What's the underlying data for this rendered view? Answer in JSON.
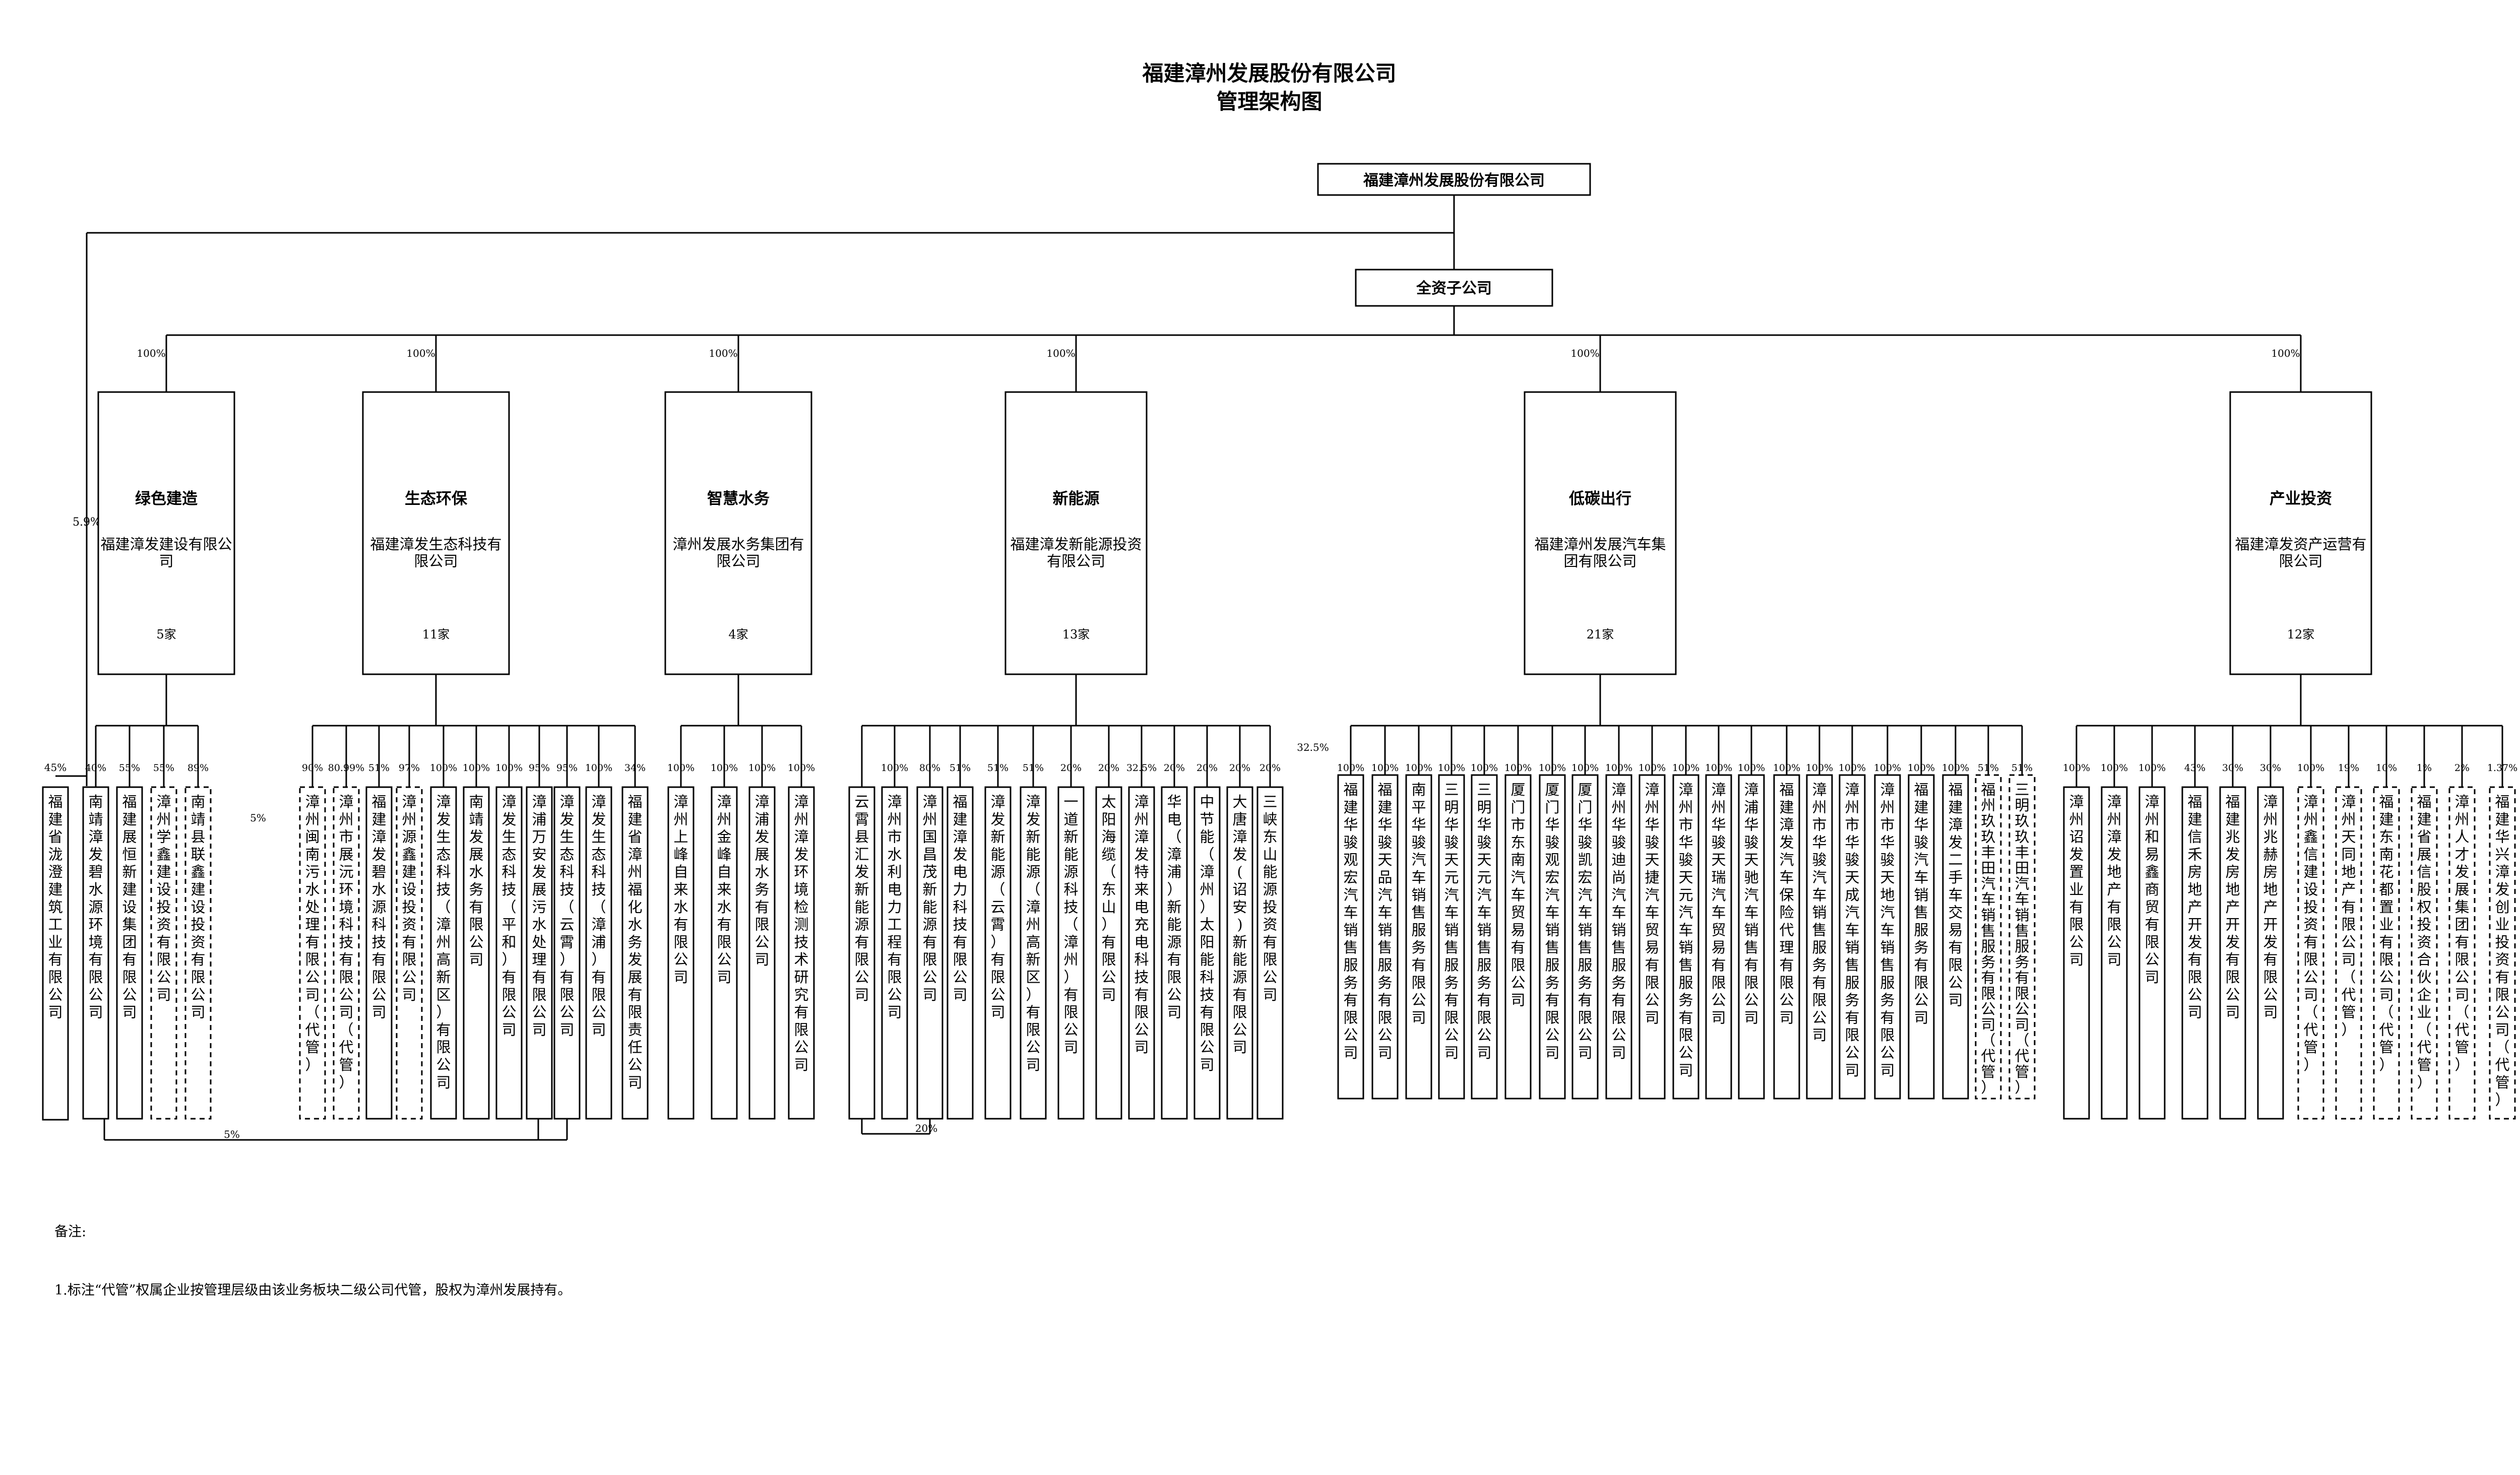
{
  "title_line1": "福建漳州发展股份有限公司",
  "title_line2": "管理架构图",
  "root": "福建漳州发展股份有限公司",
  "sub_root": "全资子公司",
  "left_pct": "5.9%",
  "notes_label": "备注:",
  "note_text": "1.标注“代管”权属企业按管理层级由该业务板块二级公司代管，股权为漳州发展持有。",
  "bottom_labels": {
    "a": "5%",
    "b": "20%"
  },
  "direct": {
    "pct": "45%",
    "name": "福建省泷澄建筑工业有限公司"
  },
  "segments": [
    {
      "pct": "100%",
      "title": "绿色建造",
      "company": "福建漳发建设有限公司",
      "count": "5家",
      "children": [
        {
          "pct": "40%",
          "name": "南靖漳发碧水源环境有限公司",
          "dashed": false
        },
        {
          "pct": "55%",
          "name": "福建展恒新建设集团有限公司",
          "dashed": false
        },
        {
          "pct": "55%",
          "name": "漳州学鑫建设投资有限公司",
          "dashed": true
        },
        {
          "pct": "89%",
          "name": "南靖县联鑫建设投资有限公司",
          "dashed": true
        }
      ]
    },
    {
      "pct": "100%",
      "title": "生态环保",
      "company": "福建漳发生态科技有限公司",
      "count": "11家",
      "side_pct": "5%",
      "children": [
        {
          "pct": "90%",
          "name": "漳州闽南污水处理有限公司（代管）",
          "dashed": true
        },
        {
          "pct": "80.99%",
          "name": "漳州市展沅环境科技有限公司（代管）",
          "dashed": true
        },
        {
          "pct": "51%",
          "name": "福建漳发碧水源科技有限公司",
          "dashed": false
        },
        {
          "pct": "97%",
          "name": "漳州源鑫建设投资有限公司",
          "dashed": true
        },
        {
          "pct": "100%",
          "name": "漳发生态科技（漳州高新区）有限公司",
          "dashed": false
        },
        {
          "pct": "100%",
          "name": "南靖发展水务有限公司",
          "dashed": false
        },
        {
          "pct": "100%",
          "name": "漳发生态科技（平和）有限公司",
          "dashed": false
        },
        {
          "pct": "95%",
          "name": "漳浦万安发展污水处理有限公司",
          "dashed": false
        },
        {
          "pct": "95%",
          "name": "漳发生态科技（云霄）有限公司",
          "dashed": false
        },
        {
          "pct": "100%",
          "name": "漳发生态科技（漳浦）有限公司",
          "dashed": false
        },
        {
          "pct": "34%",
          "name": "福建省漳州福化水务发展有限责任公司",
          "dashed": false
        }
      ]
    },
    {
      "pct": "100%",
      "title": "智慧水务",
      "company": "漳州发展水务集团有限公司",
      "count": "4家",
      "children": [
        {
          "pct": "100%",
          "name": "漳州上峰自来水有限公司",
          "dashed": false
        },
        {
          "pct": "100%",
          "name": "漳州金峰自来水有限公司",
          "dashed": false
        },
        {
          "pct": "100%",
          "name": "漳浦发展水务有限公司",
          "dashed": false
        },
        {
          "pct": "100%",
          "name": "漳州漳发环境检测技术研究有限公司",
          "dashed": false
        }
      ]
    },
    {
      "pct": "100%",
      "title": "新能源",
      "company": "福建漳发新能源投资有限公司",
      "count": "13家",
      "children": [
        {
          "pct": "",
          "name": "云霄县汇发新能源有限公司",
          "dashed": false
        },
        {
          "pct": "100%",
          "name": "漳州市水利电力工程有限公司",
          "dashed": false
        },
        {
          "pct": "80%",
          "name": "漳州国昌茂新能源有限公司",
          "dashed": false
        },
        {
          "pct": "51%",
          "name": "福建漳发电力科技有限公司",
          "dashed": false
        },
        {
          "pct": "51%",
          "name": "漳发新能源（云霄）有限公司",
          "dashed": false
        },
        {
          "pct": "51%",
          "name": "漳发新能源（漳州高新区）有限公司",
          "dashed": false
        },
        {
          "pct": "20%",
          "name": "一道新能源科技（漳州）有限公司",
          "dashed": false
        },
        {
          "pct": "20%",
          "name": "太阳海缆（东山）有限公司",
          "dashed": false
        },
        {
          "pct": "32.5%",
          "name": "漳州漳发特来电充电科技有限公司",
          "dashed": false
        },
        {
          "pct": "20%",
          "name": "华电（漳浦）新能源有限公司",
          "dashed": false
        },
        {
          "pct": "20%",
          "name": "中节能（漳州）太阳能科技有限公司",
          "dashed": false
        },
        {
          "pct": "20%",
          "name": "大唐漳发(诏安)新能源有限公司",
          "dashed": false
        },
        {
          "pct": "20%",
          "name": "三峡东山能源投资有限公司",
          "dashed": false
        }
      ]
    },
    {
      "pct": "100%",
      "title": "低碳出行",
      "company": "福建漳州发展汽车集团有限公司",
      "count": "21家",
      "side_pct": "32.5%",
      "children": [
        {
          "pct": "100%",
          "name": "福建华骏观宏汽车销售服务有限公司",
          "dashed": false
        },
        {
          "pct": "100%",
          "name": "福建华骏天品汽车销售服务有限公司",
          "dashed": false
        },
        {
          "pct": "100%",
          "name": "南平华骏汽车销售服务有限公司",
          "dashed": false
        },
        {
          "pct": "100%",
          "name": "三明华骏天元汽车销售服务有限公司",
          "dashed": false
        },
        {
          "pct": "100%",
          "name": "三明华骏天元汽车销售服务有限公司",
          "dashed": false
        },
        {
          "pct": "100%",
          "name": "厦门市东南汽车贸易有限公司",
          "dashed": false
        },
        {
          "pct": "100%",
          "name": "厦门华骏观宏汽车销售服务有限公司",
          "dashed": false
        },
        {
          "pct": "100%",
          "name": "厦门华骏凯宏汽车销售服务有限公司",
          "dashed": false
        },
        {
          "pct": "100%",
          "name": "漳州华骏迪尚汽车销售服务有限公司",
          "dashed": false
        },
        {
          "pct": "100%",
          "name": "漳州华骏天捷汽车贸易有限公司",
          "dashed": false
        },
        {
          "pct": "100%",
          "name": "漳州市华骏天元汽车销售服务有限公司",
          "dashed": false
        },
        {
          "pct": "100%",
          "name": "漳州华骏天瑞汽车贸易有限公司",
          "dashed": false
        },
        {
          "pct": "100%",
          "name": "漳浦华骏天驰汽车销售有限公司",
          "dashed": false
        },
        {
          "pct": "100%",
          "name": "福建漳发汽车保险代理有限公司",
          "dashed": false
        },
        {
          "pct": "100%",
          "name": "漳州市华骏汽车销售服务有限公司",
          "dashed": false
        },
        {
          "pct": "100%",
          "name": "漳州市华骏天成汽车销售服务有限公司",
          "dashed": false
        },
        {
          "pct": "100%",
          "name": "漳州市华骏天地汽车销售服务有限公司",
          "dashed": false
        },
        {
          "pct": "100%",
          "name": "福建华骏汽车销售服务有限公司",
          "dashed": false
        },
        {
          "pct": "100%",
          "name": "福建漳发二手车交易有限公司",
          "dashed": false
        },
        {
          "pct": "51%",
          "name": "福州玖玖丰田汽车销售服务有限公司（代管）",
          "dashed": true
        },
        {
          "pct": "51%",
          "name": "三明玖玖丰田汽车销售服务有限公司（代管）",
          "dashed": true
        }
      ]
    },
    {
      "pct": "100%",
      "title": "产业投资",
      "company": "福建漳发资产运营有限公司",
      "count": "12家",
      "children": [
        {
          "pct": "100%",
          "name": "漳州诏发置业有限公司",
          "dashed": false
        },
        {
          "pct": "100%",
          "name": "漳州漳发地产有限公司",
          "dashed": false
        },
        {
          "pct": "100%",
          "name": "漳州和易鑫商贸有限公司",
          "dashed": false
        },
        {
          "pct": "43%",
          "name": "福建信禾房地产开发有限公司",
          "dashed": false
        },
        {
          "pct": "30%",
          "name": "福建兆发房地产开发有限公司",
          "dashed": false
        },
        {
          "pct": "30%",
          "name": "漳州兆赫房地产开发有限公司",
          "dashed": false
        },
        {
          "pct": "100%",
          "name": "漳州鑫信建设投资有限公司（代管）",
          "dashed": true
        },
        {
          "pct": "19%",
          "name": "漳州天同地产有限公司（代管）",
          "dashed": true
        },
        {
          "pct": "10%",
          "name": "福建东南花都置业有限公司（代管）",
          "dashed": true
        },
        {
          "pct": "1%",
          "name": "福建省展信股权投资合伙企业（代管）",
          "dashed": true
        },
        {
          "pct": "2%",
          "name": "漳州人才发展集团有限公司（代管）",
          "dashed": true
        },
        {
          "pct": "1.37%",
          "name": "福建华兴漳发创业投资有限公司（代管）",
          "dashed": true
        }
      ]
    }
  ]
}
